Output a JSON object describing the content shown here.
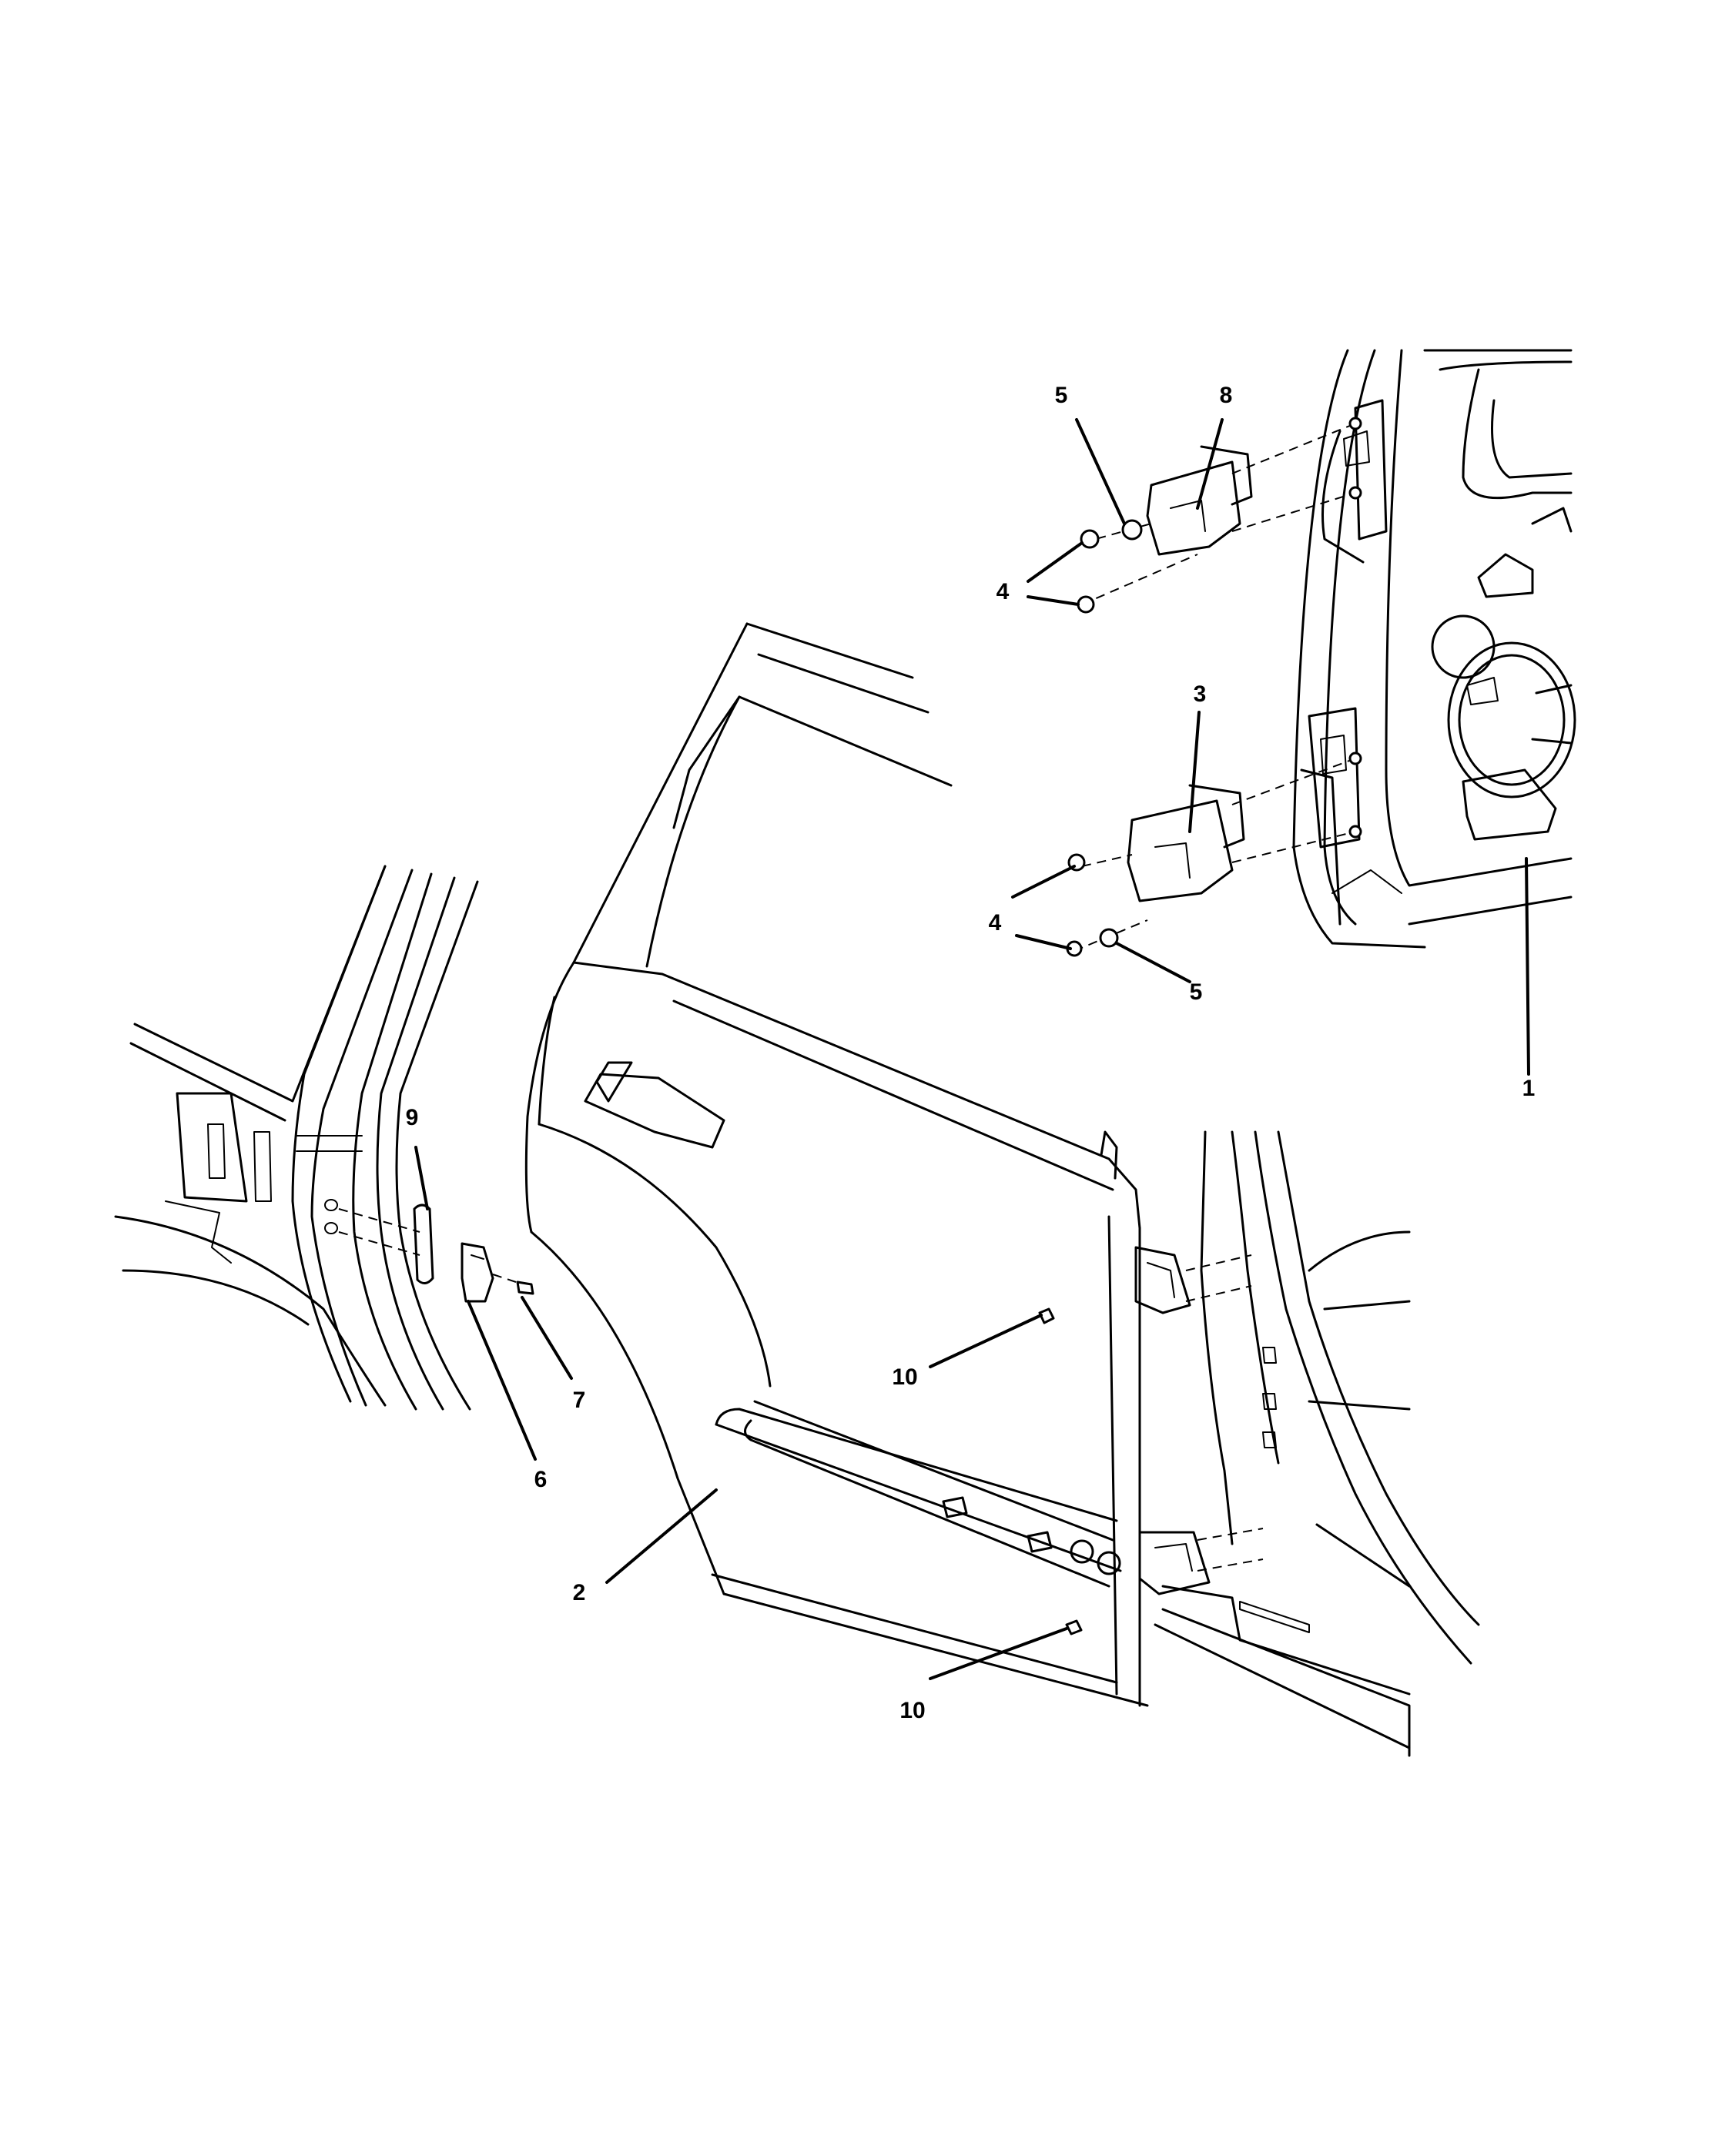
{
  "diagram": {
    "callouts": [
      {
        "id": "1",
        "label": "1"
      },
      {
        "id": "2",
        "label": "2"
      },
      {
        "id": "3",
        "label": "3"
      },
      {
        "id": "4a",
        "label": "4"
      },
      {
        "id": "4b",
        "label": "4"
      },
      {
        "id": "5a",
        "label": "5"
      },
      {
        "id": "5b",
        "label": "5"
      },
      {
        "id": "6",
        "label": "6"
      },
      {
        "id": "7",
        "label": "7"
      },
      {
        "id": "8",
        "label": "8"
      },
      {
        "id": "9",
        "label": "9"
      },
      {
        "id": "10a",
        "label": "10"
      },
      {
        "id": "10b",
        "label": "10"
      }
    ]
  }
}
